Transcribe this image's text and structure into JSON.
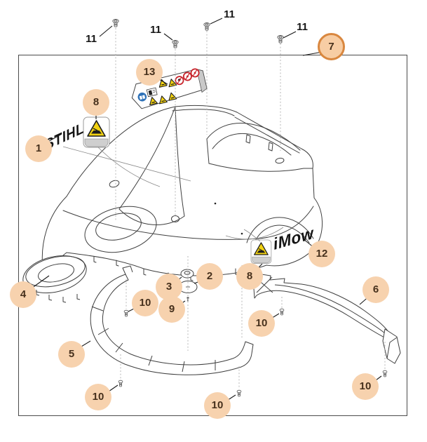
{
  "figure": {
    "brand_logo": "STIHL",
    "model_logo": "iMow",
    "highlighted_callout": "7",
    "colors": {
      "callout_fill": "#f7d2ae",
      "callout_ring": "#d9873f",
      "callout_text": "#46301c",
      "line_art": "#3f3f3f",
      "warning_yellow": "#f2d211",
      "warning_red": "#c8252c",
      "info_blue": "#2f72b8",
      "frame_border": "#4b4b4b"
    },
    "icons": {
      "warning-triangle-icon": "triangle",
      "prohibition-icon": "crossed-circle",
      "read-manual-icon": "book",
      "screw-icon": "screw"
    },
    "callouts": [
      {
        "number": "1"
      },
      {
        "number": "2"
      },
      {
        "number": "3"
      },
      {
        "number": "4"
      },
      {
        "number": "5"
      },
      {
        "number": "6"
      },
      {
        "number": "7"
      },
      {
        "number": "8"
      },
      {
        "number": "8"
      },
      {
        "number": "9"
      },
      {
        "number": "10"
      },
      {
        "number": "10"
      },
      {
        "number": "10"
      },
      {
        "number": "10"
      },
      {
        "number": "10"
      },
      {
        "number": "12"
      },
      {
        "number": "13"
      }
    ],
    "fastener_labels": [
      {
        "number": "11"
      },
      {
        "number": "11"
      },
      {
        "number": "11"
      },
      {
        "number": "11"
      }
    ]
  }
}
